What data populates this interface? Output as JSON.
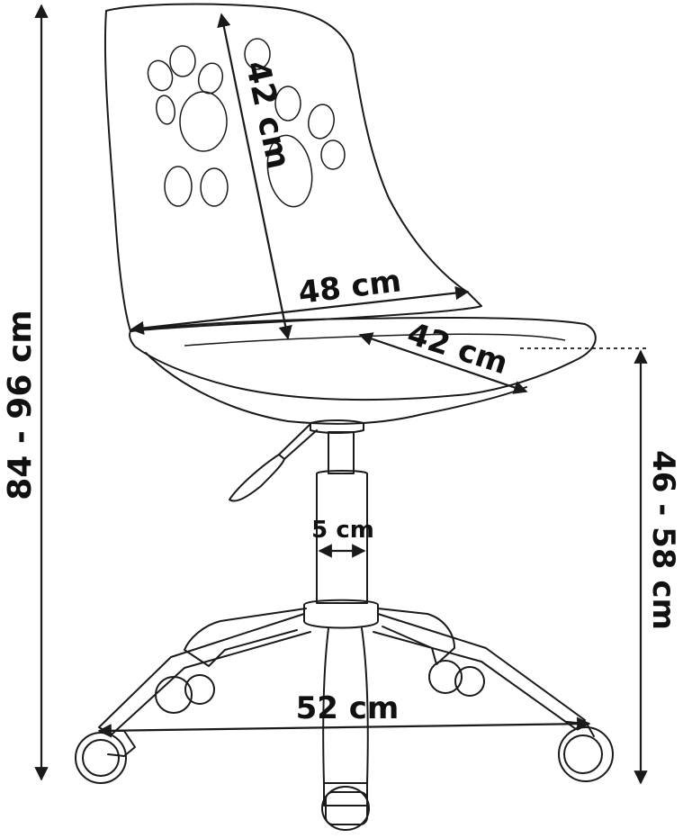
{
  "dimensions": {
    "total_height": "84 - 96 cm",
    "backrest_height": "42 cm",
    "seat_width": "48 cm",
    "seat_depth": "42 cm",
    "seat_height": "46 - 58 cm",
    "column_diameter": "5 cm",
    "base_diameter": "52 cm"
  },
  "colors": {
    "line": "#1a1a1a",
    "background": "#ffffff"
  }
}
